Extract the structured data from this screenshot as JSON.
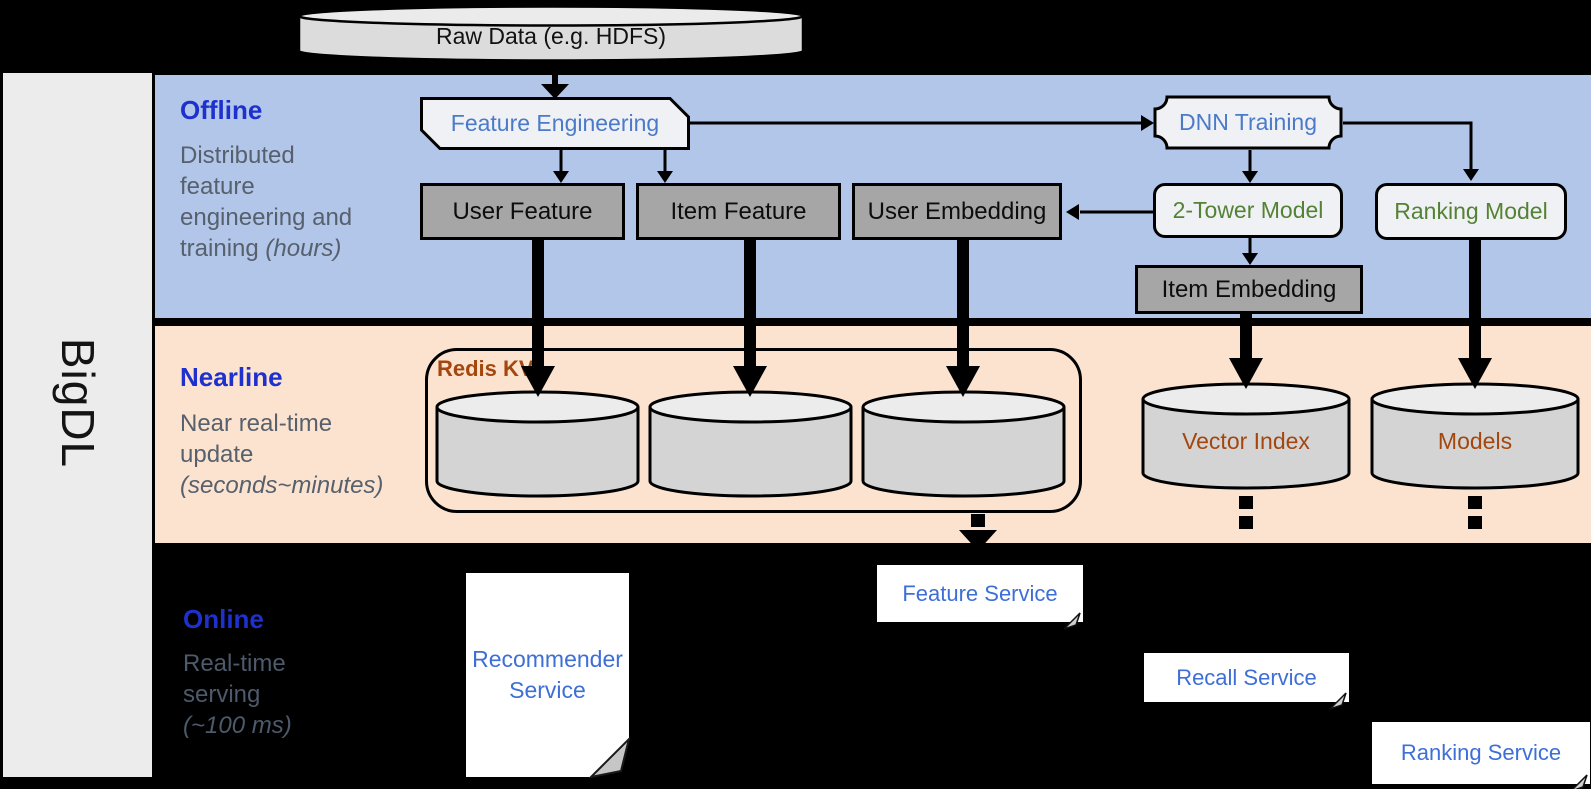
{
  "brand": {
    "label": "BigDL"
  },
  "raw_data_store": {
    "label": "Raw Data (e.g. HDFS)"
  },
  "bands": {
    "offline": {
      "title": "Offline",
      "sub1": "Distributed",
      "sub2": "feature",
      "sub3": "engineering and",
      "sub4": "training",
      "sub4_italic": "(hours)"
    },
    "nearline": {
      "title": "Nearline",
      "sub1": "Near real-time",
      "sub2": "update",
      "sub3_italic": "(seconds~minutes)"
    },
    "online": {
      "title": "Online",
      "sub1": "Real-time",
      "sub2": "serving",
      "sub3_italic": "(~100 ms)"
    }
  },
  "offline_nodes": {
    "feature_engineering": "Feature Engineering",
    "dnn_training": "DNN Training",
    "user_feature": "User Feature",
    "item_feature": "Item Feature",
    "user_embedding": "User Embedding",
    "two_tower_model": "2-Tower Model",
    "ranking_model": "Ranking Model",
    "item_embedding": "Item Embedding"
  },
  "nearline_nodes": {
    "redis_kv_label": "Redis KV",
    "vector_index": "Vector Index",
    "models": "Models"
  },
  "online_nodes": {
    "recommender_service": "Recommender Service",
    "feature_service": "Feature Service",
    "recall_service": "Recall Service",
    "ranking_service": "Ranking Service"
  },
  "colors": {
    "background": "#000000",
    "bigdl_panel": "#ececec",
    "offline_band": "#b2c6e9",
    "nearline_band": "#fbe3d0",
    "band_title_blue": "#1e30cd",
    "band_subtitle_gray": "#57606d",
    "node_text_blue": "#4a7ac9",
    "service_text_blue": "#3e6fd6",
    "model_text_green": "#548235",
    "storage_text_rust": "#a3470e",
    "dark_node_gray": "#a6a6a6",
    "light_node_gray": "#f0f1f4",
    "cylinder_gray": "#d4d4d4"
  }
}
